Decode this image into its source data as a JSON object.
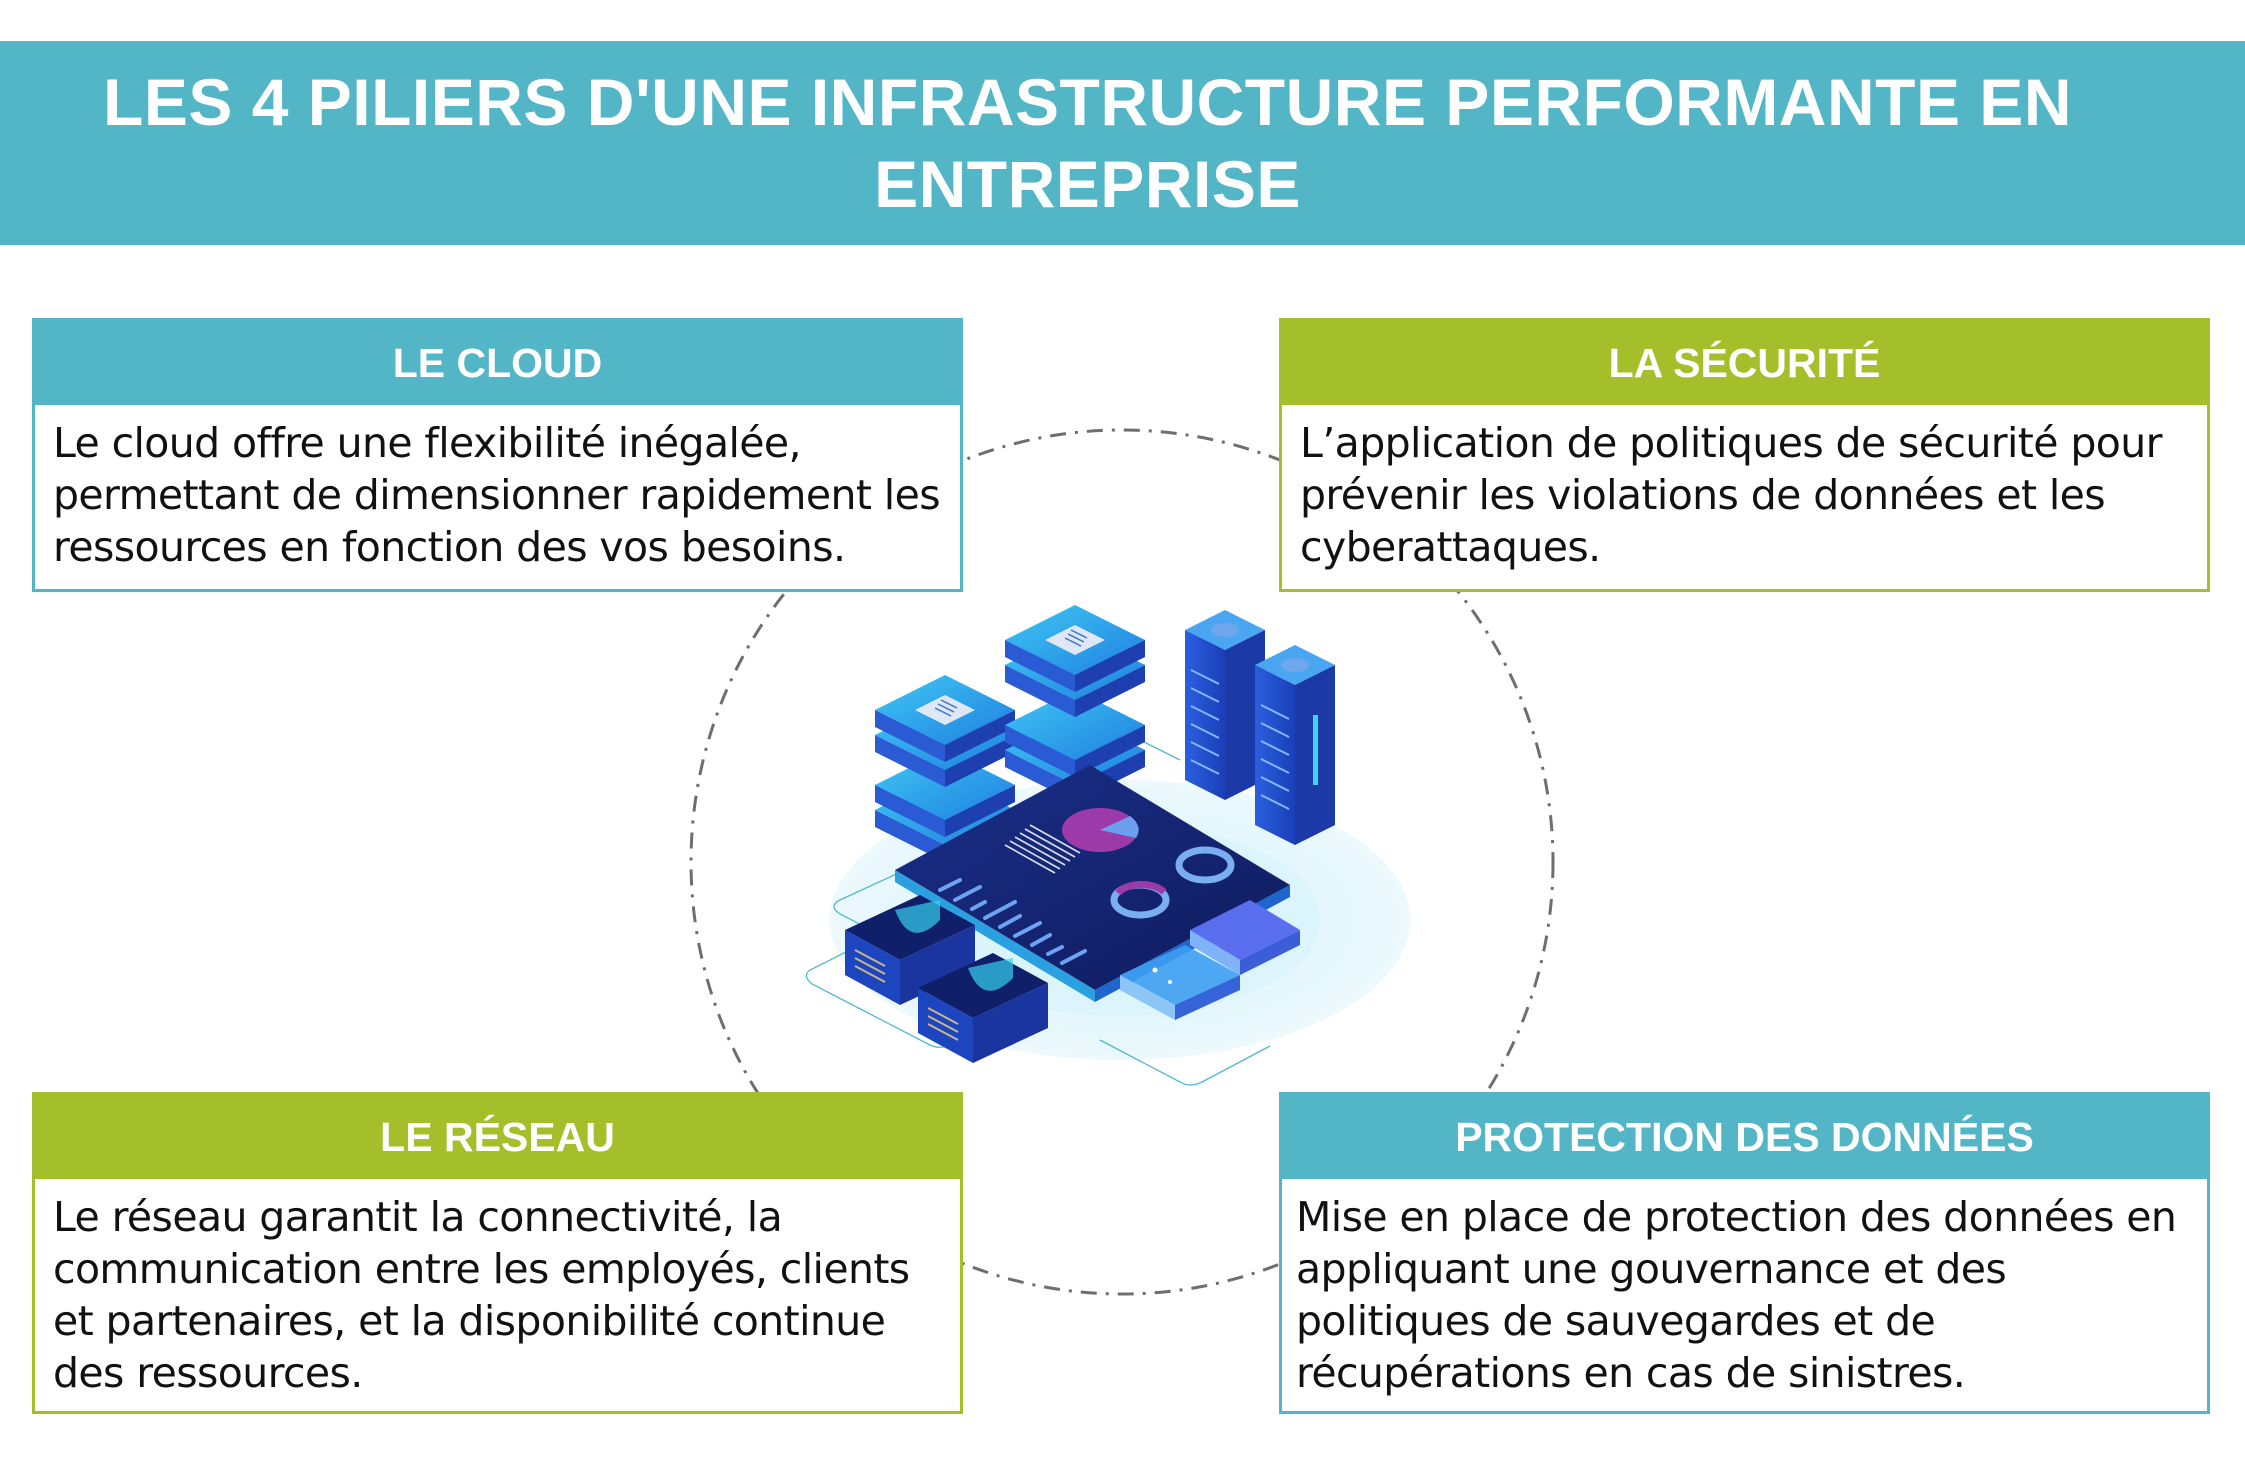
{
  "header": {
    "title": "LES 4 PILIERS D'UNE INFRASTRUCTURE PERFORMANTE EN ENTREPRISE"
  },
  "colors": {
    "teal": "#53b6c6",
    "green": "#a4bf2a",
    "text": "#111111",
    "ring": "#6e6e6e"
  },
  "illustration": {
    "icon": "data-center-isometric-illustration"
  },
  "pillars": [
    {
      "id": "cloud",
      "title": "LE CLOUD",
      "accent": "teal",
      "text": "Le cloud offre une flexibilité inégalée, permettant de dimensionner rapidement les ressources en fonction des vos besoins."
    },
    {
      "id": "security",
      "title": "LA SÉCURITÉ",
      "accent": "green",
      "text": "L’application de politiques de sécurité pour prévenir les violations de données et les cyberattaques."
    },
    {
      "id": "network",
      "title": "LE RÉSEAU",
      "accent": "green",
      "text": "Le réseau garantit la connectivité, la communication entre les employés, clients et partenaires, et la disponibilité continue des ressources."
    },
    {
      "id": "data-protection",
      "title": "PROTECTION DES DONNÉES",
      "accent": "teal",
      "text": "Mise en place de protection des données en appliquant une gouvernance et des politiques de sauvegardes et de récupérations en cas de sinistres."
    }
  ]
}
